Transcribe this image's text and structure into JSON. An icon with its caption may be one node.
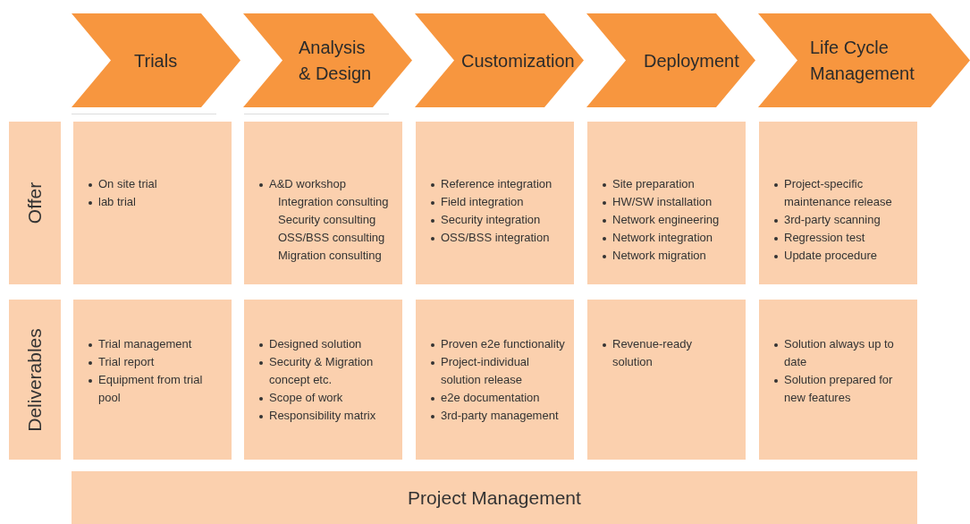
{
  "diagram": {
    "nodes": [
      {
        "text": [
          "Trials"
        ]
      },
      {
        "text": [
          "Analysis & Design"
        ]
      },
      {
        "text": [
          "Customization"
        ]
      },
      {
        "text": [
          "Deployment"
        ]
      },
      {
        "text": [
          "Life Cycle Management"
        ]
      },
      {
        "text": [
          "Offer"
        ]
      },
      {
        "text": [
          "On site trial",
          "lab trial"
        ]
      },
      {
        "text": [
          "A&D workshop",
          "Integration consulting",
          "Security consulting",
          "OSS/BSS consulting",
          "Migration consulting"
        ]
      },
      {
        "text": [
          "Reference integration",
          "Field integration",
          "Security integration",
          "OSS/BSS integration"
        ]
      },
      {
        "text": [
          "Site preparation",
          "HW/SW installation",
          "Network engineering",
          "Network integration",
          "Network migration"
        ]
      },
      {
        "text": [
          "Project-specific maintenance release",
          "3rd-party scanning",
          "Regression test",
          "Update procedure"
        ]
      },
      {
        "text": [
          "Deliverables"
        ]
      },
      {
        "text": [
          "Trial management",
          "Trial report",
          "Equipment from trial pool"
        ]
      },
      {
        "text": [
          "Designed solution",
          "Security & Migration concept etc.",
          "Scope of work",
          "Responsibility matrix"
        ]
      },
      {
        "text": [
          "Proven e2e functionality",
          "Project-individual solution release",
          "e2e documentation",
          "3rd-party management"
        ]
      },
      {
        "text": [
          "Revenue-ready solution"
        ]
      },
      {
        "text": [
          "Solution always up to date",
          "Solution prepared for new features"
        ]
      },
      {
        "text": [
          "Project Management"
        ]
      }
    ]
  }
}
